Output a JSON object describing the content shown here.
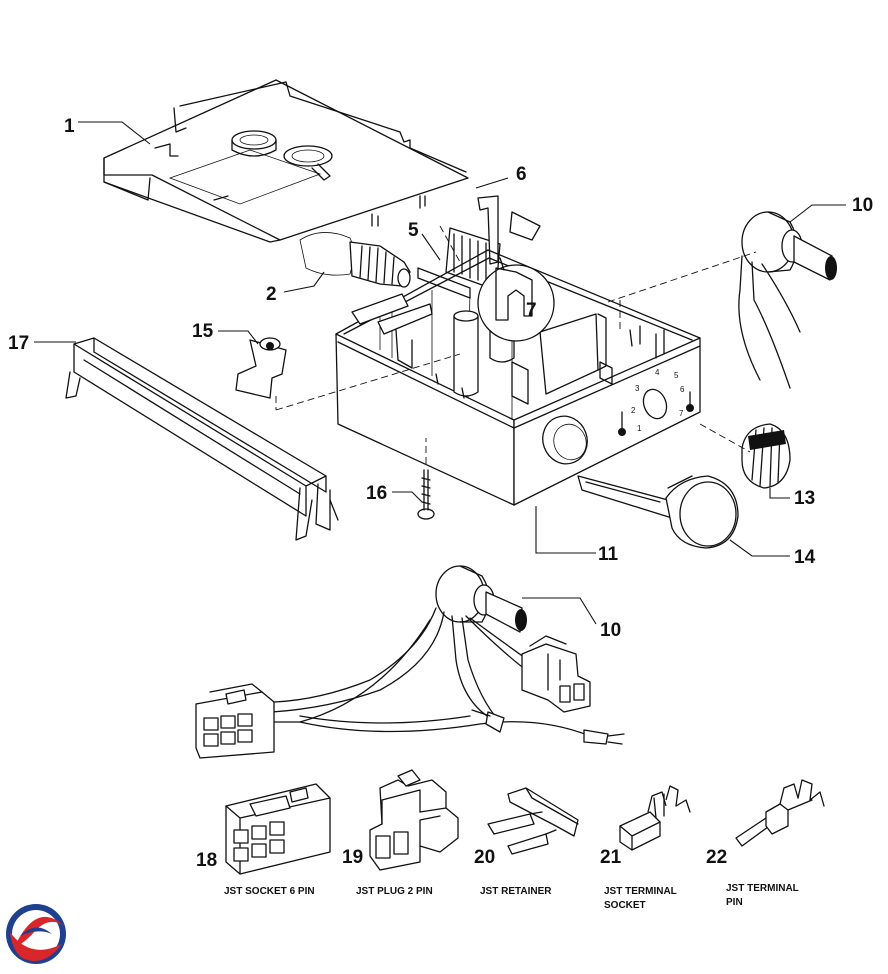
{
  "diagram": {
    "part_numbers": {
      "p1": "1",
      "p2": "2",
      "p5": "5",
      "p6": "6",
      "p7": "7",
      "p10a": "10",
      "p10b": "10",
      "p11": "11",
      "p13": "13",
      "p14": "14",
      "p15": "15",
      "p16": "16",
      "p17": "17",
      "p18": "18",
      "p19": "19",
      "p20": "20",
      "p21": "21",
      "p22": "22"
    },
    "dial_marks": [
      "1",
      "2",
      "3",
      "4",
      "5",
      "6",
      "7"
    ],
    "captions": {
      "c18": "JST SOCKET 6 PIN",
      "c19": "JST PLUG 2 PIN",
      "c20": "JST RETAINER",
      "c21_line1": "JST TERMINAL",
      "c21_line2": "SOCKET",
      "c22_line1": "JST TERMINAL",
      "c22_line2": "PIN"
    },
    "logo": {
      "colors": [
        "#1f3f8f",
        "#d9262b"
      ]
    }
  }
}
